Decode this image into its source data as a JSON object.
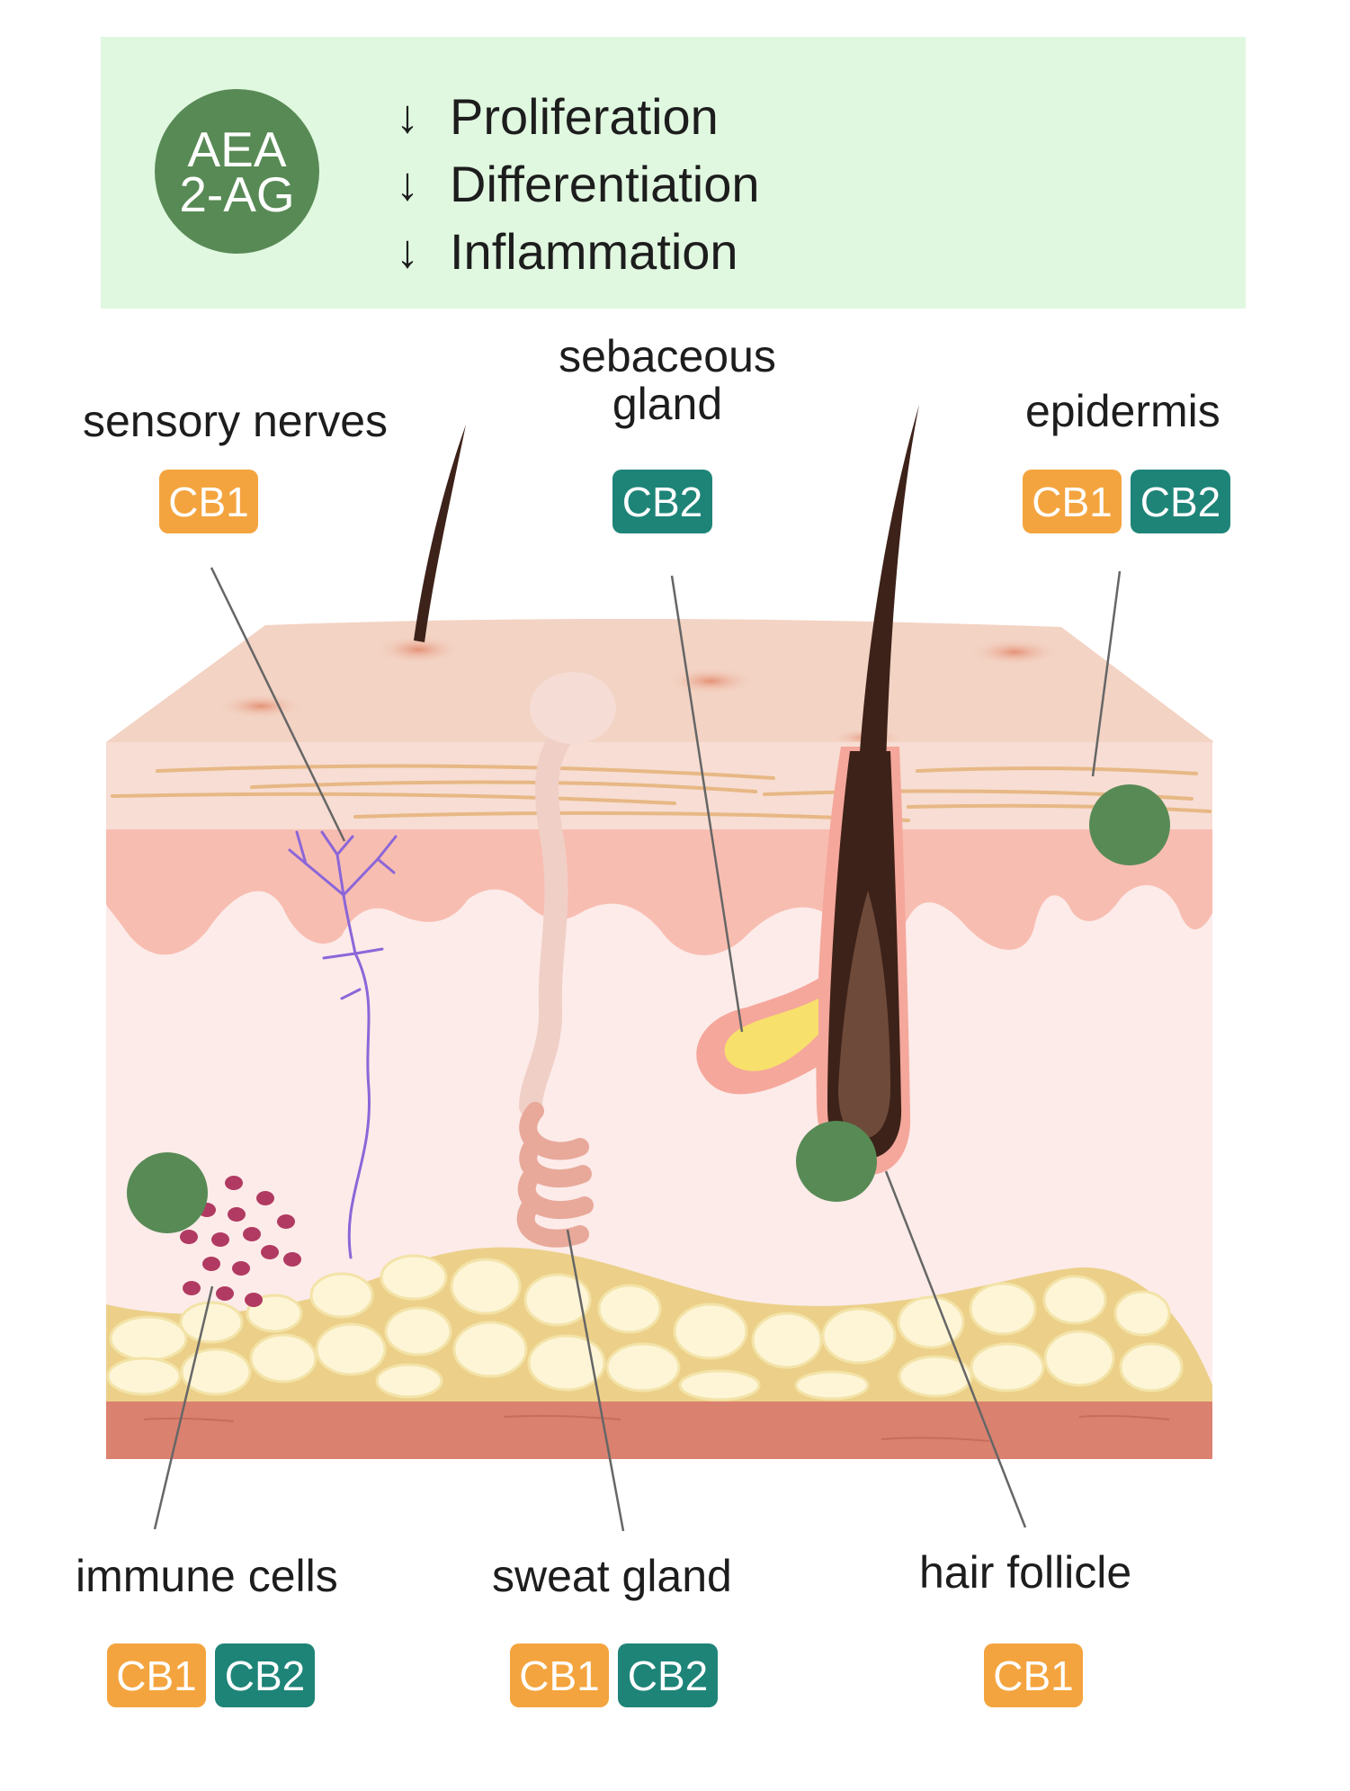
{
  "banner": {
    "compounds": [
      "AEA",
      "2-AG"
    ],
    "effects": [
      {
        "arrow": "↓",
        "text": "Proliferation"
      },
      {
        "arrow": "↓",
        "text": "Differentiation"
      },
      {
        "arrow": "↓",
        "text": "Inflammation"
      }
    ]
  },
  "labels": {
    "sensory_nerves": {
      "name": "sensory nerves",
      "receptors": [
        "CB1"
      ]
    },
    "sebaceous_gland": {
      "line1": "sebaceous",
      "line2": "gland",
      "receptors": [
        "CB2"
      ]
    },
    "epidermis": {
      "name": "epidermis",
      "receptors": [
        "CB1",
        "CB2"
      ]
    },
    "immune_cells": {
      "name": "immune cells",
      "receptors": [
        "CB1",
        "CB2"
      ]
    },
    "sweat_gland": {
      "name": "sweat gland",
      "receptors": [
        "CB1",
        "CB2"
      ]
    },
    "hair_follicle": {
      "name": "hair follicle",
      "receptors": [
        "CB1"
      ]
    }
  },
  "colors": {
    "banner_bg": "#e0f8e0",
    "receptor_dot": "#588a55",
    "cb1": "#f4a43e",
    "cb2": "#1e8478"
  }
}
